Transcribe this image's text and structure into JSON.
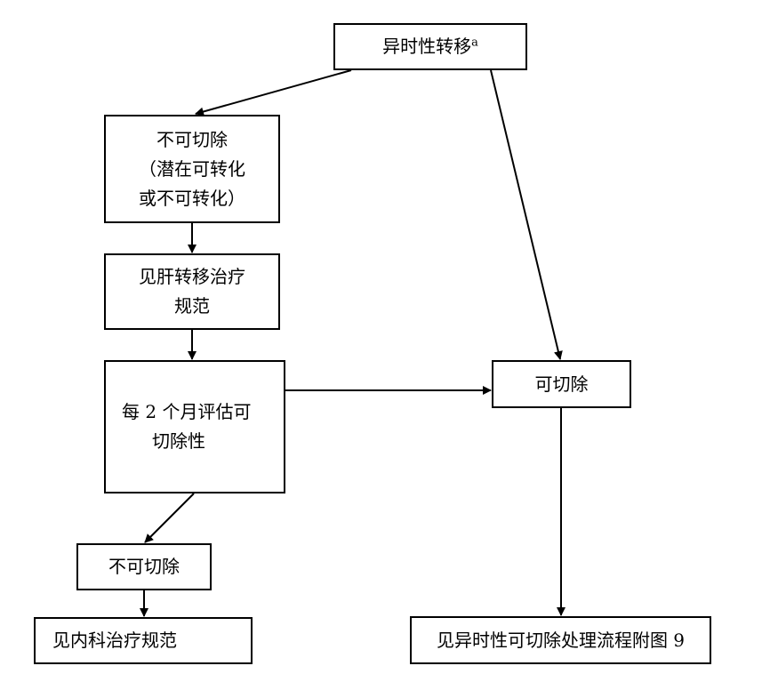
{
  "nodes": {
    "metachronous": {
      "text": "异时性转移",
      "superscript": "a"
    },
    "unresectable_top": {
      "lines": [
        "不可切除",
        "（潜在可转化",
        "或不可转化）"
      ]
    },
    "liver_guideline": {
      "lines": [
        "见肝转移治疗",
        "规范"
      ]
    },
    "evaluate": {
      "lines": [
        "每 2 个月评估可",
        "切除性"
      ]
    },
    "resectable": {
      "text": "可切除"
    },
    "unresectable_bottom": {
      "text": "不可切除"
    },
    "medical_guideline": {
      "text": "见内科治疗规范"
    },
    "resectable_flow": {
      "text": "见异时性可切除处理流程附图 9"
    }
  },
  "colors": {
    "stroke": "#000000",
    "background": "#ffffff",
    "text": "#000000"
  }
}
